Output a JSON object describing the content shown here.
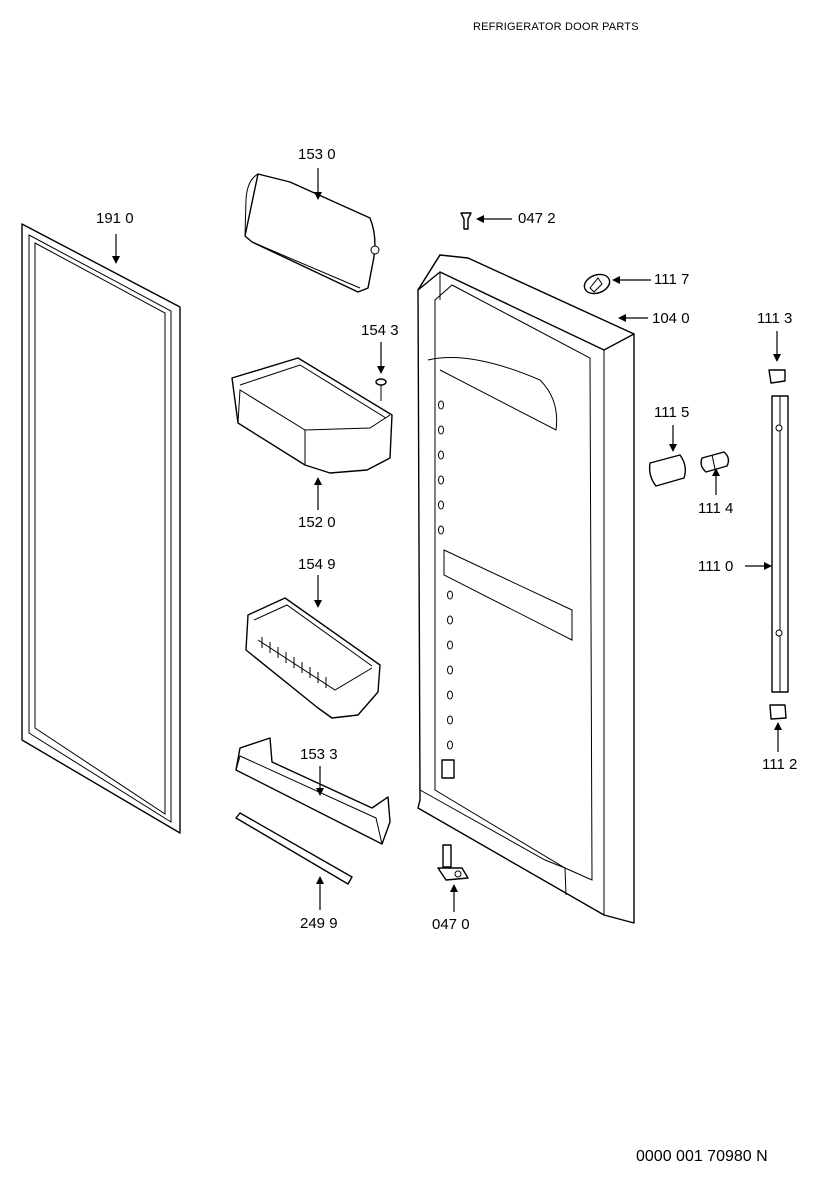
{
  "title": "REFRIGERATOR DOOR PARTS",
  "document_code": "0000 001 70980 N",
  "callouts": {
    "p153_0": "153 0",
    "p191_0": "191 0",
    "p047_2": "047 2",
    "p111_7": "111 7",
    "p104_0": "104 0",
    "p111_3": "111 3",
    "p154_3": "154 3",
    "p111_5": "111 5",
    "p152_0": "152 0",
    "p111_4": "111 4",
    "p154_9": "154 9",
    "p111_0": "111 0",
    "p153_3": "153 3",
    "p111_2": "111 2",
    "p249_9": "249 9",
    "p047_0": "047 0"
  }
}
